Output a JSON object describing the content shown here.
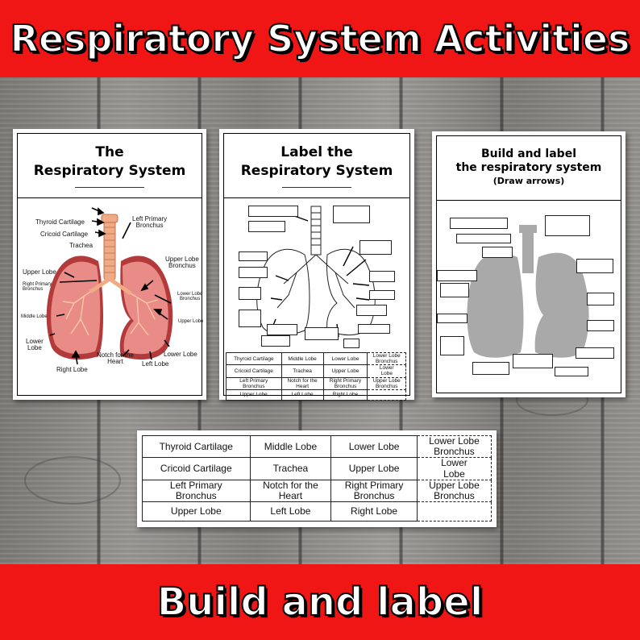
{
  "header": {
    "title": "Respiratory System Activities"
  },
  "footer": {
    "title": "Build and label"
  },
  "colors": {
    "banner": "#f01616",
    "lung": "#e98b86",
    "lung_dark": "#b33a3a",
    "trachea": "#f0ab86",
    "grey_lung": "#a9a9a9"
  },
  "card1": {
    "title_line1": "The",
    "title_line2": "Respiratory System",
    "labels": {
      "thyroid": "Thyroid Cartilage",
      "cricoid": "Cricoid Cartilage",
      "trachea": "Trachea",
      "left_primary": "Left Primary\nBronchus",
      "upper_lobe_left": "Upper Lobe",
      "right_primary": "Right Primary\nBronchus",
      "middle_lobe": "Middle Lobe",
      "lower_lobe_left": "Lower\nLobe",
      "right_lobe": "Right Lobe",
      "notch": "Notch for the\nHeart",
      "left_lobe": "Left Lobe",
      "lower_lobe_right": "Lower Lobe",
      "upper_lobe_bronchus": "Upper Lobe\nBronchus",
      "lower_lobe_bronchus": "Lower Lobe\nBronchus",
      "upper_lobe_right": "Upper Lobe"
    }
  },
  "card2": {
    "title_line1": "Label the",
    "title_line2": "Respiratory System",
    "word_bank": [
      [
        "Thyroid Cartilage",
        "Middle Lobe",
        "Lower Lobe",
        "Lower Lobe\nBronchus"
      ],
      [
        "Cricoid Cartilage",
        "Trachea",
        "Upper Lobe",
        "Lower\nLobe"
      ],
      [
        "Left Primary\nBronchus",
        "Notch for the\nHeart",
        "Right Primary\nBronchus",
        "Upper Lobe\nBronchus"
      ],
      [
        "Upper Lobe",
        "Left Lobe",
        "Right Lobe",
        ""
      ]
    ]
  },
  "card3": {
    "title_line1": "Build and label",
    "title_line2": "the respiratory system",
    "title_line3": "(Draw arrows)"
  },
  "strip": {
    "rows": [
      [
        "Thyroid Cartilage",
        "Middle Lobe",
        "Lower Lobe",
        "Lower Lobe\nBronchus"
      ],
      [
        "Cricoid Cartilage",
        "Trachea",
        "Upper Lobe",
        "Lower\nLobe"
      ],
      [
        "Left Primary\nBronchus",
        "Notch for the\nHeart",
        "Right Primary\nBronchus",
        "Upper Lobe\nBronchus"
      ],
      [
        "Upper Lobe",
        "Left Lobe",
        "Right Lobe",
        ""
      ]
    ]
  }
}
